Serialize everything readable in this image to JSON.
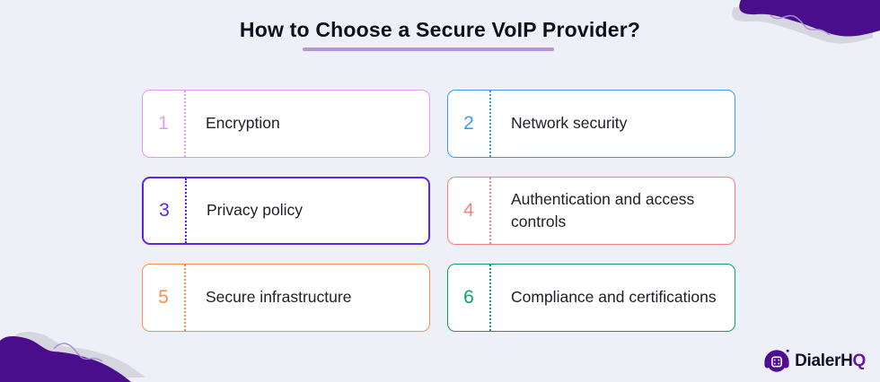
{
  "title": "How to Choose a Secure VoIP Provider?",
  "title_underline_color": "#b495d8",
  "background_color": "#eef0f8",
  "cards": [
    {
      "number": "1",
      "label": "Encryption",
      "color": "#e19bf2"
    },
    {
      "number": "2",
      "label": "Network security",
      "color": "#3f9be3"
    },
    {
      "number": "3",
      "label": "Privacy policy",
      "color": "#6023e8"
    },
    {
      "number": "4",
      "label": "Authentication and access controls",
      "color": "#f88181"
    },
    {
      "number": "5",
      "label": "Secure infrastructure",
      "color": "#f6914f"
    },
    {
      "number": "6",
      "label": "Compliance and certifications",
      "color": "#0ba263"
    }
  ],
  "logo": {
    "brand_part1": "Dialer",
    "brand_part2": "H",
    "brand_part3": "Q",
    "icon": "headset-dialer-icon",
    "brand_purple": "#4e0d93",
    "text_color": "#15102a"
  },
  "decor": {
    "blob_color": "#4a0d8c",
    "shadow_color": "#d6d6e0",
    "squiggle_color": "#a98fd0"
  }
}
